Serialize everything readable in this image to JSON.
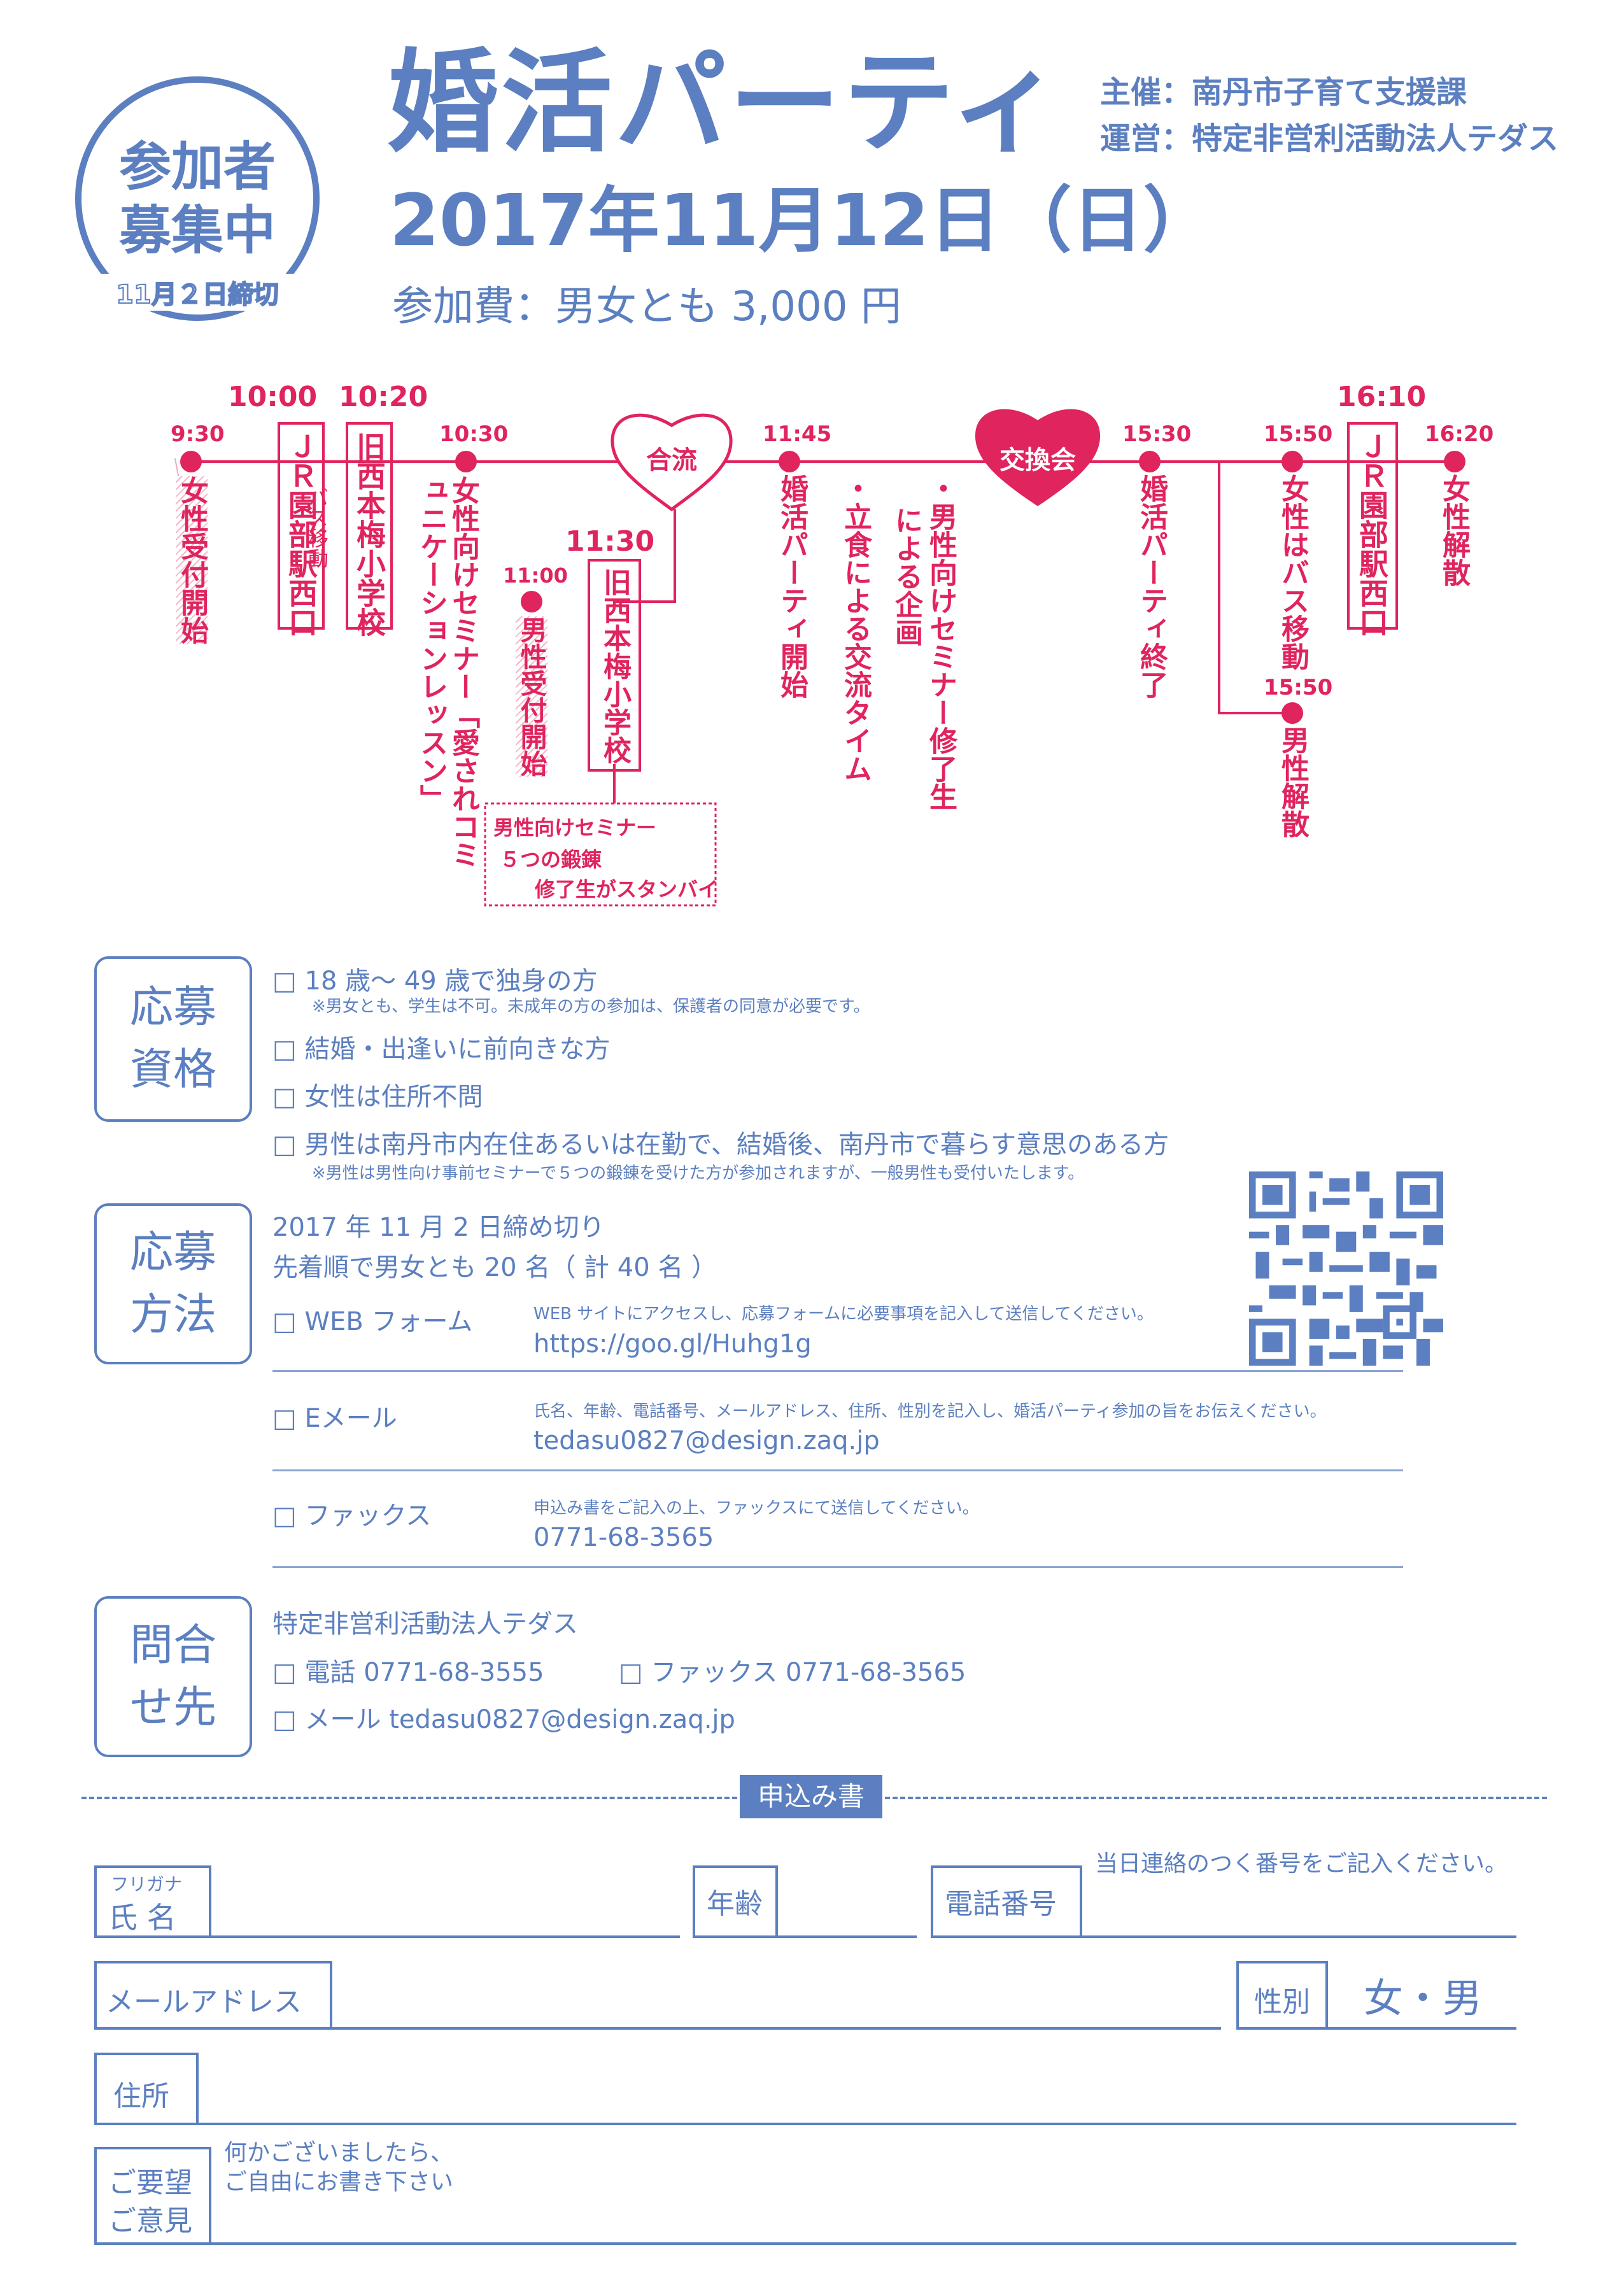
{
  "badge": {
    "line1": "参加者",
    "line2": "募集中",
    "deadline": "11月２日締切"
  },
  "title": "婚活パーティ",
  "organizers": {
    "host": "主催：南丹市子育て支援課",
    "operator": "運営：特定非営利活動法人テダス"
  },
  "date": "2017年11月12日（日）",
  "fee": "参加費：男女とも 3,000 円",
  "timeline": {
    "t0930": "9:30",
    "women_reception": "女性受付開始",
    "t1000": "10:00",
    "jr1": "ＪＲ園部駅西口",
    "bus": "バス移動",
    "t1020": "10:20",
    "school1": "旧西本梅小学校",
    "t1030": "10:30",
    "seminar_women": "女性向けセミナー「愛されコミュニケーションレッスン」",
    "t1100": "11:00",
    "men_reception": "男性受付開始",
    "t1130": "11:30",
    "school2": "旧西本梅小学校",
    "men_note_1": "男性向けセミナー",
    "men_note_2": "５つの鍛錬",
    "men_note_3": "修了生がスタンバイ",
    "merge": "合流",
    "t1145": "11:45",
    "party_start": "婚活パーティ開始",
    "buffet": "・立食による交流タイム",
    "grad_plan_1": "・男性向けセミナー修了生",
    "grad_plan_2": "による企画",
    "exchange": "交換会",
    "t1530": "15:30",
    "party_end": "婚活パーティ終了",
    "t1550a": "15:50",
    "women_bus": "女性はバス移動",
    "t1550b": "15:50",
    "men_dismiss": "男性解散",
    "t1610": "16:10",
    "jr2": "ＪＲ園部駅西口",
    "t1620": "16:20",
    "women_dismiss": "女性解散"
  },
  "eligibility": {
    "label_1": "応募",
    "label_2": "資格",
    "items": [
      "□ 18 歳～ 49 歳で独身の方",
      "□ 結婚・出逢いに前向きな方",
      "□ 女性は住所不問",
      "□ 男性は南丹市内在住あるいは在勤で、結婚後、南丹市で暮らす意思のある方"
    ],
    "note1": "※男女とも、学生は不可。未成年の方の参加は、保護者の同意が必要です。",
    "note2": "※男性は男性向け事前セミナーで５つの鍛錬を受けた方が参加されますが、一般男性も受付いたします。"
  },
  "method": {
    "label_1": "応募",
    "label_2": "方法",
    "deadline": "2017 年 11 月 2 日締め切り",
    "capacity": "先着順で男女とも 20 名（ 計 40 名 ）",
    "web_label": "□ WEB フォーム",
    "web_desc": "WEB サイトにアクセスし、応募フォームに必要事項を記入して送信してください。",
    "web_url": "https://goo.gl/Huhg1g",
    "mail_label": "□ Eメール",
    "mail_desc": "氏名、年齢、電話番号、メールアドレス、住所、性別を記入し、婚活パーティ参加の旨をお伝えください。",
    "mail_addr": "tedasu0827@design.zaq.jp",
    "fax_label": "□ ファックス",
    "fax_desc": "申込み書をご記入の上、ファックスにて送信してください。",
    "fax_num": "0771-68-3565"
  },
  "contact": {
    "label_1": "問合",
    "label_2": "せ先",
    "org": "特定非営利活動法人テダス",
    "tel": "□ 電話 0771-68-3555",
    "fax": "□ ファックス 0771-68-3565",
    "mail": "□ メール tedasu0827@design.zaq.jp"
  },
  "form": {
    "title": "申込み書",
    "furigana": "フリガナ",
    "name": "氏 名",
    "age": "年齢",
    "phone": "電話番号",
    "phone_note": "当日連絡のつく番号をご記入ください。",
    "email": "メールアドレス",
    "gender": "性別",
    "gender_value": "女・男",
    "address": "住所",
    "req_1": "ご要望",
    "req_2": "ご意見",
    "req_note_1": "何かございましたら、",
    "req_note_2": "ご自由にお書き下さい"
  },
  "colors": {
    "blue": "#5b7fc0",
    "red": "#e0245e"
  }
}
